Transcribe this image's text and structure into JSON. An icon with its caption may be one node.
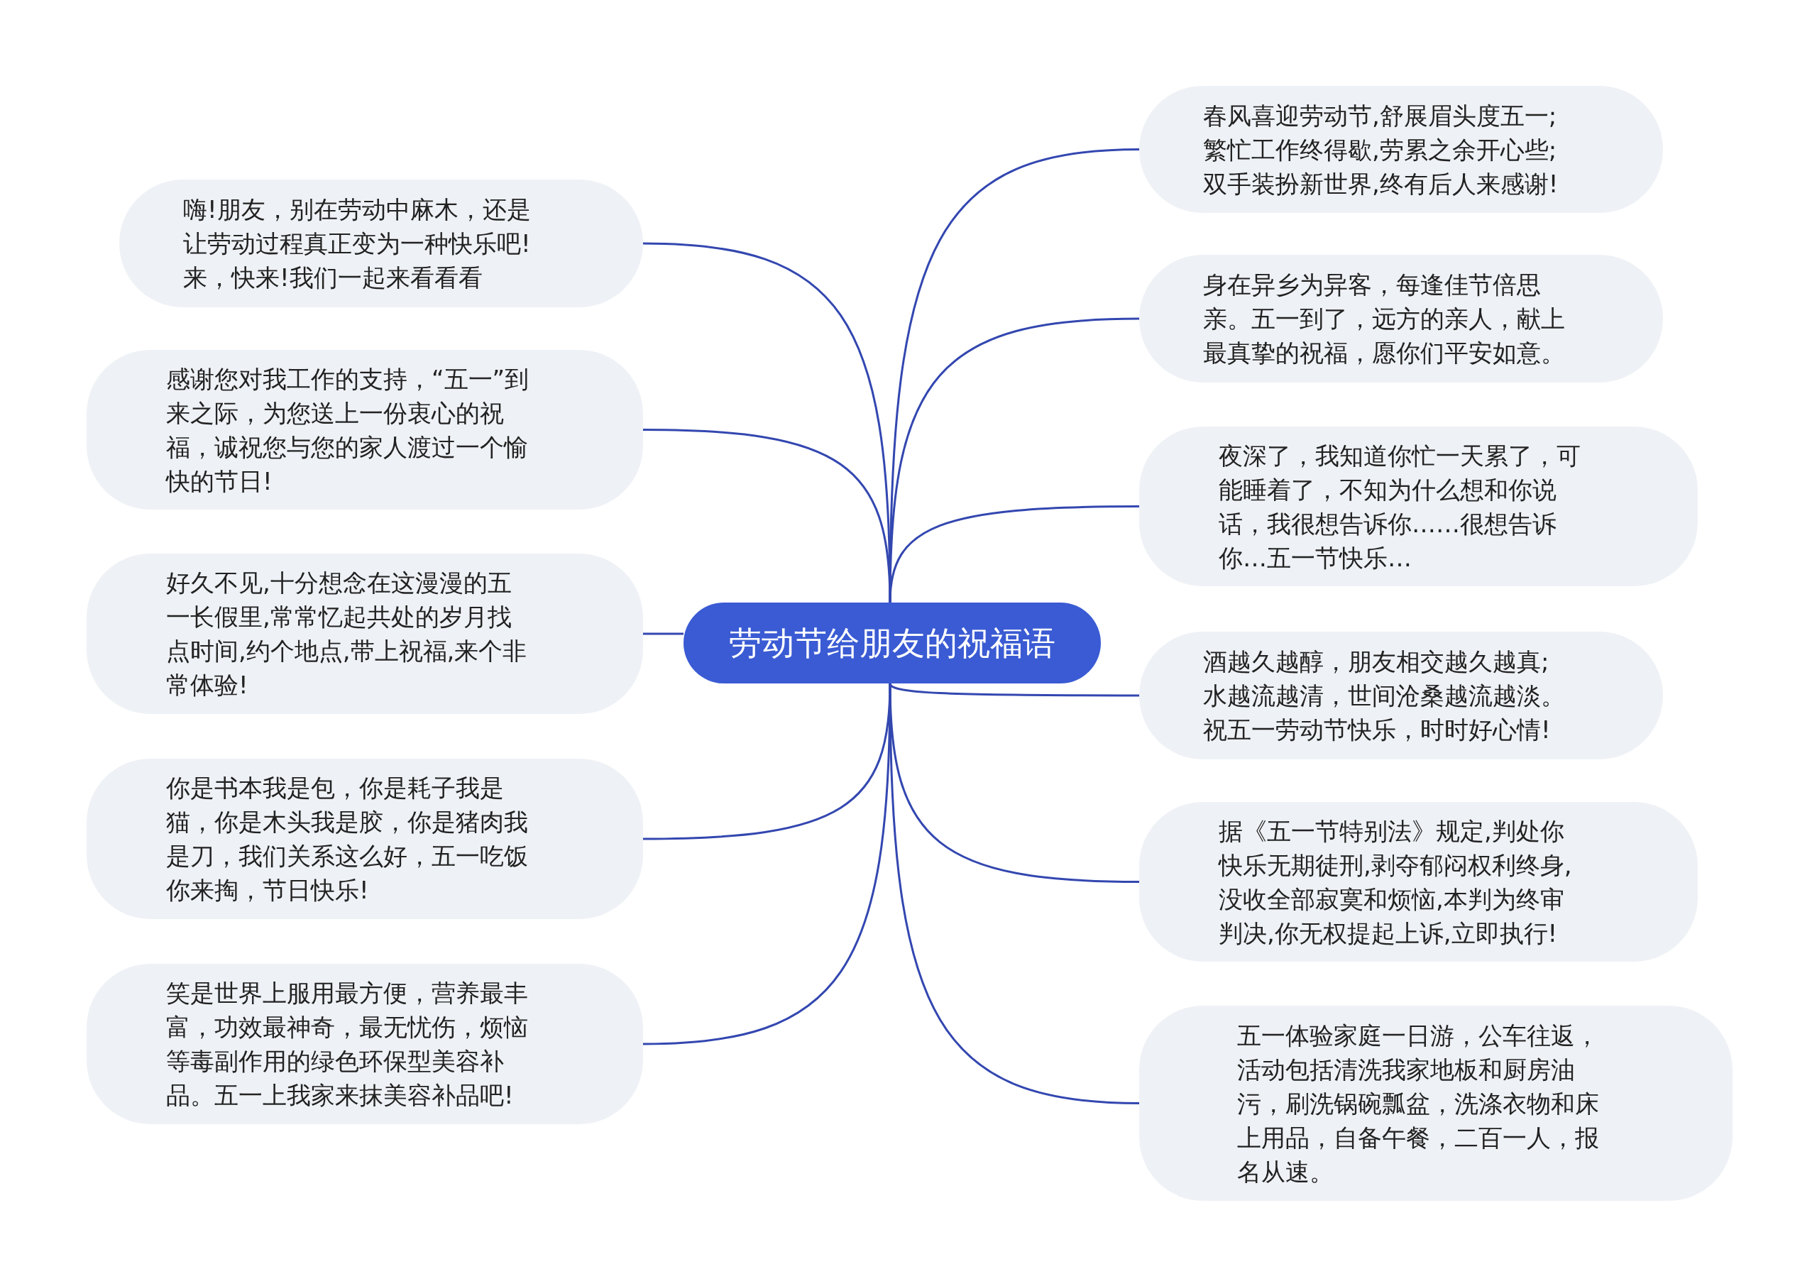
{
  "diagram": {
    "nodes": [
      {
        "text": [
          "劳动节给朋友的祝福语"
        ]
      },
      {
        "text": [
          "嗨!朋友，别在劳动中麻木，还是让劳动过程真正变为一种快乐吧!来，快来!我们一起来看看看"
        ]
      },
      {
        "text": [
          "感谢您对我工作的支持，“五一”到来之际，为您送上一份衷心的祝福，诚祝您与您的家人渡过一个愉快的节日!"
        ]
      },
      {
        "text": [
          "好久不见,十分想念在这漫漫的五一长假里,常常忆起共处的岁月找点时间,约个地点,带上祝福,来个非常体验!"
        ]
      },
      {
        "text": [
          "你是书本我是包，你是耗子我是猫，你是木头我是胶，你是猪肉我是刀，我们关系这么好，五一吃饭你来掏，节日快乐!"
        ]
      },
      {
        "text": [
          "笑是世界上服用最方便，营养最丰富，功效最神奇，最无忧伤，烦恼等毒副作用的绿色环保型美容补品。五一上我家来抹美容补品吧!"
        ]
      },
      {
        "text": [
          "春风喜迎劳动节,舒展眉头度五一;繁忙工作终得歇,劳累之余开心些;双手装扮新世界,终有后人来感谢!"
        ]
      },
      {
        "text": [
          "身在异乡为异客，每逢佳节倍思亲。五一到了，远方的亲人，献上最真挚的祝福，愿你们平安如意。"
        ]
      },
      {
        "text": [
          "夜深了，我知道你忙一天累了，可能睡着了，不知为什么想和你说话，我很想告诉你……很想告诉你…五一节快乐…"
        ]
      },
      {
        "text": [
          "酒越久越醇，朋友相交越久越真;水越流越清，世间沧桑越流越淡。祝五一劳动节快乐，时时好心情!"
        ]
      },
      {
        "text": [
          "据《五一节特别法》规定,判处你快乐无期徒刑,剥夺郁闷权利终身,没收全部寂寞和烦恼,本判为终审判决,你无权提起上诉,立即执行!"
        ]
      },
      {
        "text": [
          "五一体验家庭一日游，公车往返，活动包括清洗我家地板和厨房油污，刷洗锅碗瓢盆，洗涤衣物和床上用品，自备午餐，二百一人，报名从速。"
        ]
      }
    ],
    "edges": [
      {
        "from": 0,
        "to": 1,
        "arrow": "none"
      },
      {
        "from": 0,
        "to": 2,
        "arrow": "none"
      },
      {
        "from": 0,
        "to": 3,
        "arrow": "none"
      },
      {
        "from": 0,
        "to": 4,
        "arrow": "none"
      },
      {
        "from": 0,
        "to": 5,
        "arrow": "none"
      },
      {
        "from": 0,
        "to": 6,
        "arrow": "none"
      },
      {
        "from": 0,
        "to": 7,
        "arrow": "none"
      },
      {
        "from": 0,
        "to": 8,
        "arrow": "none"
      },
      {
        "from": 0,
        "to": 9,
        "arrow": "none"
      },
      {
        "from": 0,
        "to": 10,
        "arrow": "none"
      },
      {
        "from": 0,
        "to": 11,
        "arrow": "none"
      }
    ]
  }
}
